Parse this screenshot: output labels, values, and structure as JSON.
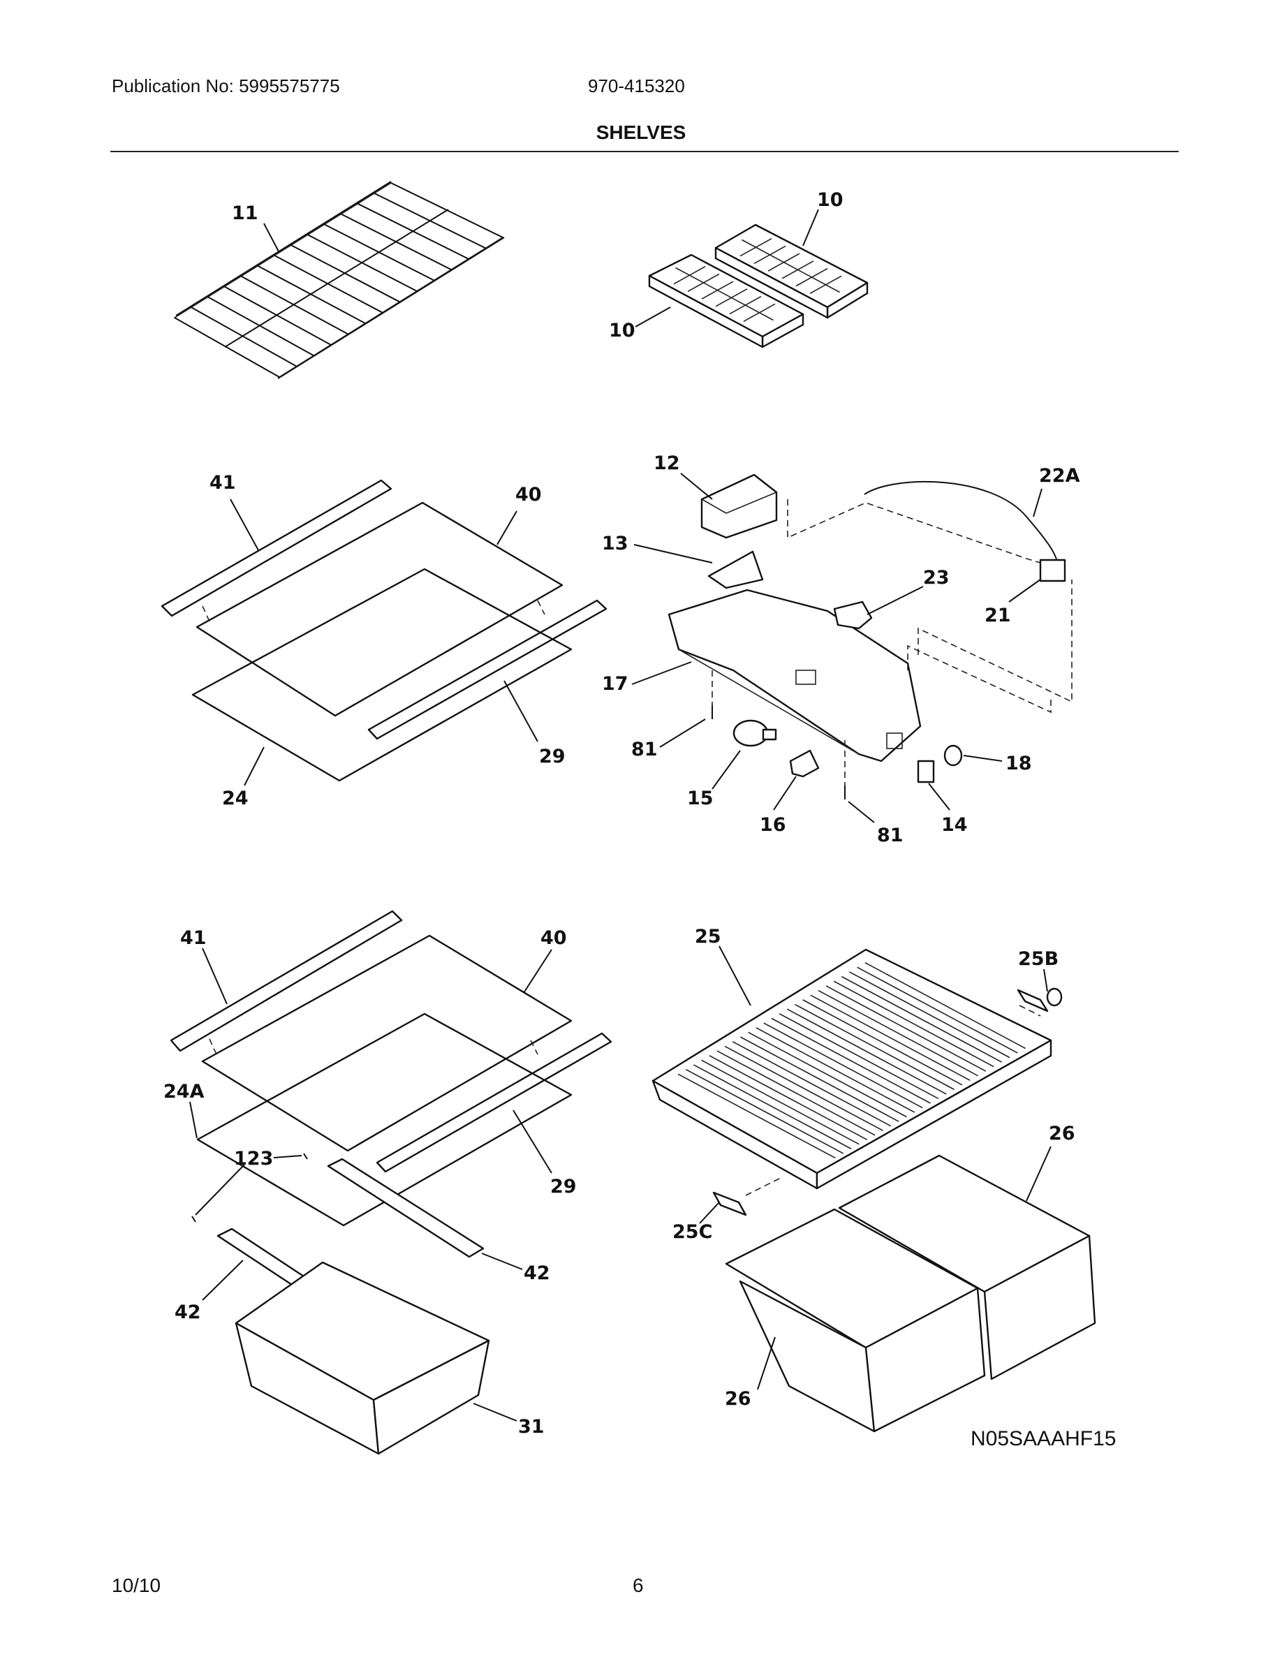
{
  "header": {
    "publication": "Publication No: 5995575775",
    "model": "970-415320",
    "title": "SHELVES"
  },
  "footer": {
    "date": "10/10",
    "page": "6"
  },
  "diagram_code": "N05SAAAHF15",
  "callouts": {
    "p11": "11",
    "p10a": "10",
    "p10b": "10",
    "p41a": "41",
    "p40a": "40",
    "p29a": "29",
    "p24": "24",
    "p12": "12",
    "p22a": "22A",
    "p13": "13",
    "p23": "23",
    "p21": "21",
    "p17": "17",
    "p81a": "81",
    "p18": "18",
    "p15": "15",
    "p16": "16",
    "p81b": "81",
    "p14": "14",
    "p41b": "41",
    "p40b": "40",
    "p24a": "24A",
    "p123": "123",
    "p29b": "29",
    "p42a": "42",
    "p42b": "42",
    "p31": "31",
    "p25": "25",
    "p25b": "25B",
    "p25c": "25C",
    "p26a": "26",
    "p26b": "26"
  }
}
